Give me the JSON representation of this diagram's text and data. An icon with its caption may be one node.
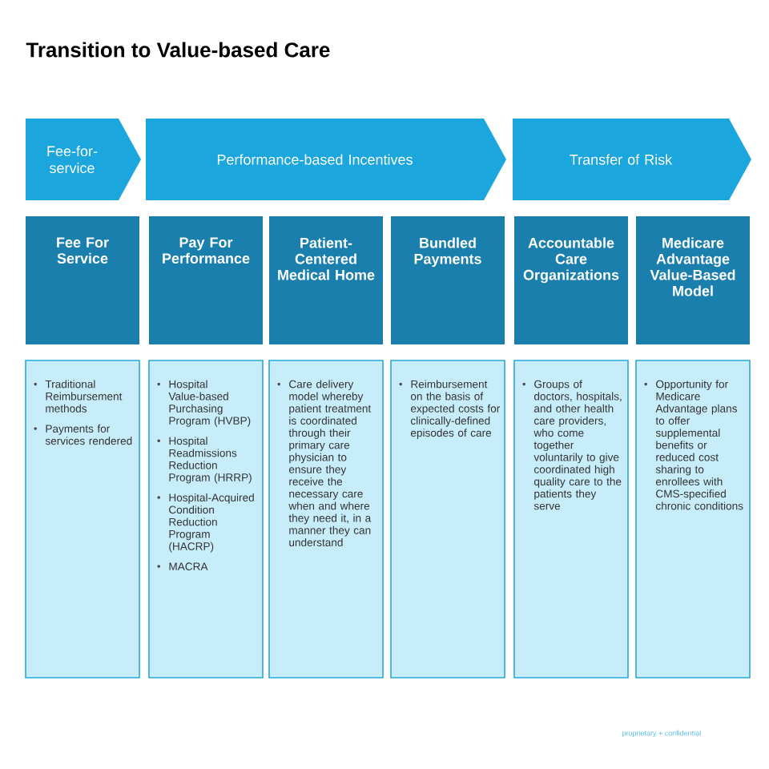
{
  "diagram": {
    "title": "Transition to Value-based Care",
    "nodes": [
      {
        "text": [
          "Fee-for-service"
        ]
      },
      {
        "text": [
          "Performance-based Incentives"
        ]
      },
      {
        "text": [
          "Transfer of Risk"
        ]
      },
      {
        "text": [
          "Fee For Service"
        ]
      },
      {
        "text": [
          "Pay For Performance"
        ]
      },
      {
        "text": [
          "Patient-Centered Medical Home"
        ]
      },
      {
        "text": [
          "Bundled Payments"
        ]
      },
      {
        "text": [
          "Accountable Care Organizations"
        ]
      },
      {
        "text": [
          "Medicare Advantage Value-Based Model"
        ]
      },
      {
        "text": [
          "Traditional Reimbursement methods",
          "Payments for services rendered"
        ]
      },
      {
        "text": [
          "Hospital Value-based Purchasing Program (HVBP)",
          "Hospital Readmissions Reduction Program (HRRP)",
          "Hospital-Acquired Condition Reduction Program (HACRP)",
          "MACRA"
        ]
      },
      {
        "text": [
          "Care delivery model whereby patient treatment is coordinated through their primary care physician to ensure they receive the necessary care when and where they need it, in a manner they can understand"
        ]
      },
      {
        "text": [
          "Reimbursement on the basis of expected costs for clinically-defined episodes of care"
        ]
      },
      {
        "text": [
          "Groups of doctors, hospitals, and other health care providers, who come together voluntarily to give coordinated high quality care to the patients they serve"
        ]
      },
      {
        "text": [
          "Opportunity for Medicare Advantage plans to offer supplemental benefits or reduced cost sharing to enrollees with CMS-specified chronic conditions"
        ]
      }
    ],
    "edges": [],
    "labels": [
      "proprietary + confidential"
    ]
  }
}
